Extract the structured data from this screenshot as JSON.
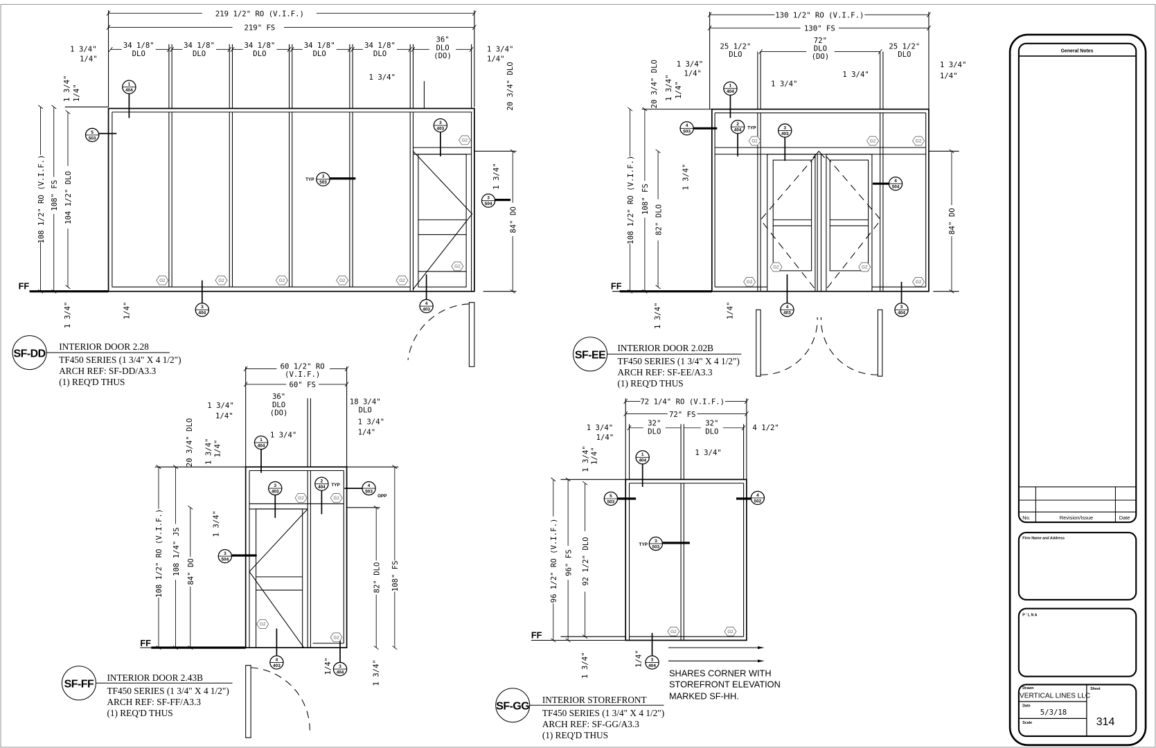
{
  "glass_tag": "G2",
  "typ": "TYP",
  "opp": "OPP",
  "floor": "FF",
  "sf_dd": {
    "tag": "SF-DD",
    "title": "INTERIOR DOOR  2.28",
    "series": "TF450 SERIES (1 3/4\" X 4 1/2\")",
    "ref": "ARCH REF: SF-DD/A3.3",
    "qty": "(1) REQ'D THUS",
    "dims": [
      "219 1/2\" RO (V.I.F.)",
      "219\" FS",
      "34 1/8\"",
      "DLO",
      "36\"",
      "(DO)",
      "1 3/4\"",
      "1/4\"",
      "108 1/2\" RO (V.I.F.)",
      "108\" FS",
      "104 1/2\" DLO",
      "20 3/4\" DLO",
      "84\" DO"
    ],
    "callouts": [
      [
        "1",
        "404"
      ],
      [
        "5",
        "503"
      ],
      [
        "3",
        "403"
      ],
      [
        "3",
        "503"
      ],
      [
        "3",
        "504"
      ],
      [
        "3",
        "404"
      ],
      [
        "4",
        "403"
      ]
    ]
  },
  "sf_ee": {
    "tag": "SF-EE",
    "title": "INTERIOR DOOR  2.02B",
    "series": "TF450 SERIES (1 3/4\" X 4 1/2\")",
    "ref": "ARCH REF: SF-EE/A3.3",
    "qty": "(1) REQ'D THUS",
    "dims": [
      "130 1/2\" RO (V.I.F.)",
      "130\" FS",
      "25 1/2\"",
      "DLO",
      "72\"",
      "(DO)",
      "1 3/4\"",
      "1/4\"",
      "20 3/4\" DLO",
      "108 1/2\" RO (V.I.F.)",
      "108\" FS",
      "82\" DLO",
      "84\" DO"
    ],
    "callouts": [
      [
        "1",
        "404"
      ],
      [
        "4",
        "503"
      ],
      [
        "2",
        "404"
      ],
      [
        "3",
        "403"
      ],
      [
        "4",
        "504"
      ],
      [
        "4",
        "403"
      ],
      [
        "3",
        "404"
      ]
    ]
  },
  "sf_ff": {
    "tag": "SF-FF",
    "title": "INTERIOR DOOR 2.43B",
    "series": "TF450 SERIES (1 3/4\" X 4 1/2\")",
    "ref": "ARCH REF: SF-FF/A3.3",
    "qty": "(1) REQ'D THUS",
    "dims": [
      "60 1/2\" RO",
      "(V.I.F.)",
      "60\" FS",
      "36\"",
      "DLO",
      "(DO)",
      "18 3/4\"",
      "1 3/4\"",
      "1/4\"",
      "20 3/4\" DLO",
      "108 1/2\" RO (V.I.F.)",
      "108 1/4\" JS",
      "84\" DO",
      "82\" DLO",
      "108\" FS"
    ],
    "callouts": [
      [
        "1",
        "404"
      ],
      [
        "3",
        "403"
      ],
      [
        "2",
        "404"
      ],
      [
        "4",
        "503"
      ],
      [
        "3",
        "504"
      ],
      [
        "4",
        "403"
      ],
      [
        "3",
        "404"
      ]
    ]
  },
  "sf_gg": {
    "tag": "SF-GG",
    "title": "INTERIOR STOREFRONT",
    "series": "TF450 SERIES (1 3/4\" X 4 1/2\")",
    "ref": "ARCH REF: SF-GG/A3.3",
    "qty": "(1) REQ'D THUS",
    "dims": [
      "72 1/4\" RO (V.I.F.)",
      "72\" FS",
      "32\"",
      "DLO",
      "1 3/4\"",
      "1/4\"",
      "4 1/2\"",
      "96 1/2\" RO (V.I.F.)",
      "96\" FS",
      "92 1/2\" DLO"
    ],
    "callouts": [
      [
        "1",
        "404"
      ],
      [
        "5",
        "503"
      ],
      [
        "3",
        "503"
      ],
      [
        "4",
        "502"
      ],
      [
        "3",
        "404"
      ]
    ],
    "note": [
      "SHARES CORNER WITH",
      "STOREFRONT ELEVATION",
      "MARKED SF-HH."
    ]
  },
  "title_block": {
    "general_notes": "General Notes",
    "rev_no": "No.",
    "rev_issue": "Revision/Issue",
    "rev_date": "Date",
    "firm": "Firm Name and Address",
    "project": "P  '  L N        A",
    "drawn_label": "Drawn",
    "drawn_value": "VERTICAL LINES LLC",
    "date_label": "Date",
    "date_value": "5/3/18",
    "scale_label": "Scale",
    "sheet_label": "Sheet",
    "sheet_value": "314"
  }
}
